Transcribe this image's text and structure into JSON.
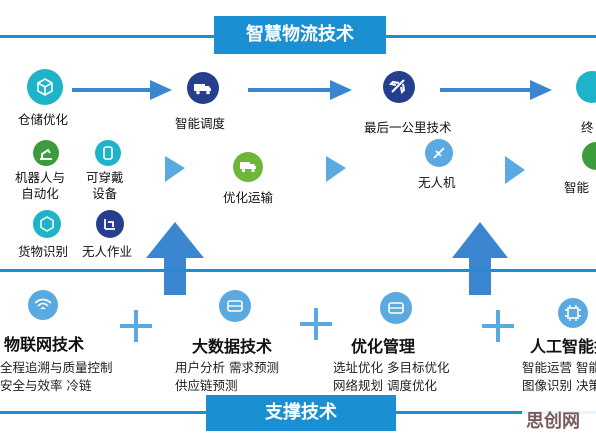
{
  "top_banner": "智慧物流技术",
  "bottom_banner": "支撑技术",
  "watermark": "思创网",
  "flow": {
    "node1": "仓储优化",
    "node2": "智能调度",
    "node3": "最后一公里技术",
    "node4": "终"
  },
  "branch": {
    "robot": "机器人与\n自动化",
    "wearable": "可穿戴\n设备",
    "cargo_id": "货物识别",
    "unmanned_op": "无人作业",
    "transport": "优化运输",
    "drone": "无人机",
    "smart": "智能"
  },
  "support": {
    "iot": {
      "title": "物联网技术",
      "line1": "全程追溯与质量控制",
      "line2": "安全与效率  冷链"
    },
    "bigdata": {
      "title": "大数据技术",
      "line1": "用户分析  需求预测",
      "line2": "供应链预测"
    },
    "optimize": {
      "title": "优化管理",
      "line1": "选址优化  多目标优化",
      "line2": "网络规划  调度优化"
    },
    "ai": {
      "title": "人工智能技",
      "line1": "智能运营  智能",
      "line2": "图像识别  决策"
    }
  },
  "colors": {
    "blue": "#1a90d2",
    "teal": "#1fb3c9",
    "green": "#3c9b3a",
    "navy": "#263e8e",
    "lightblue": "#5aa9e0"
  }
}
